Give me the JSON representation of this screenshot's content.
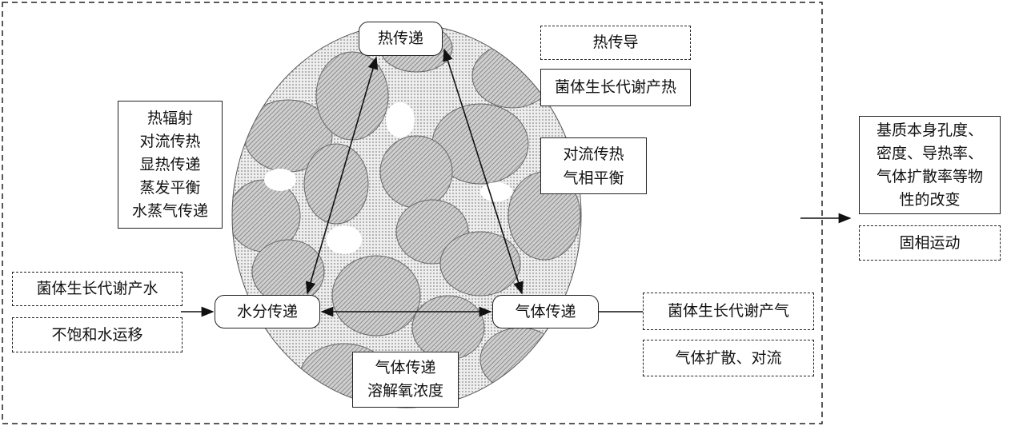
{
  "center_nodes": {
    "heat": "热传递",
    "water": "水分传递",
    "gas": "气体传递"
  },
  "heat_factors": [
    "热传导",
    "菌体生长代谢产热"
  ],
  "left_factors": [
    "热辐射",
    "对流传热",
    "显热传递",
    "蒸发平衡",
    "水蒸气传递"
  ],
  "right_mid_factors": [
    "对流传热",
    "气相平衡"
  ],
  "water_factors": [
    "菌体生长代谢产水",
    "不饱和水运移"
  ],
  "gas_factors": [
    "菌体生长代谢产气",
    "气体扩散、对流"
  ],
  "bottom_factors": [
    "气体传递",
    "溶解氧浓度"
  ],
  "result": {
    "lines": [
      "基质本身孔度、",
      "密度、导热率、",
      "气体扩散率等物",
      "性的改变"
    ],
    "solid_motion": "固相运动"
  }
}
